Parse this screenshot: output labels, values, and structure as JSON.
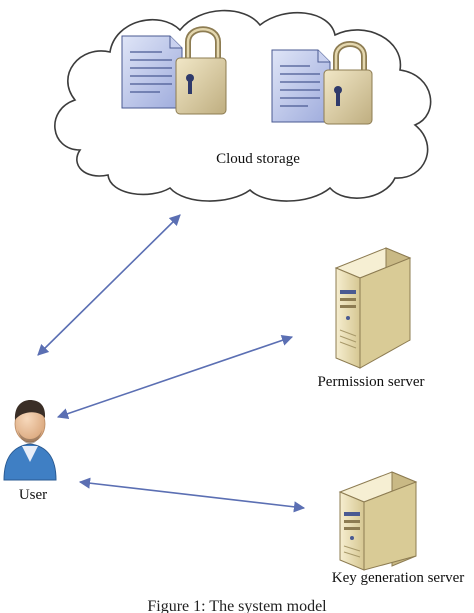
{
  "diagram": {
    "cloud_label": "Cloud storage",
    "permission_server_label": "Permission server",
    "user_label": "User",
    "key_server_label": "Key generation server",
    "caption": "Figure 1: The system model"
  },
  "colors": {
    "arrow": "#5b6fb3",
    "document": "#b9c3e8",
    "lock": "#d8caa3",
    "server": "#eadfb5",
    "user_shirt": "#3f7fc4"
  }
}
